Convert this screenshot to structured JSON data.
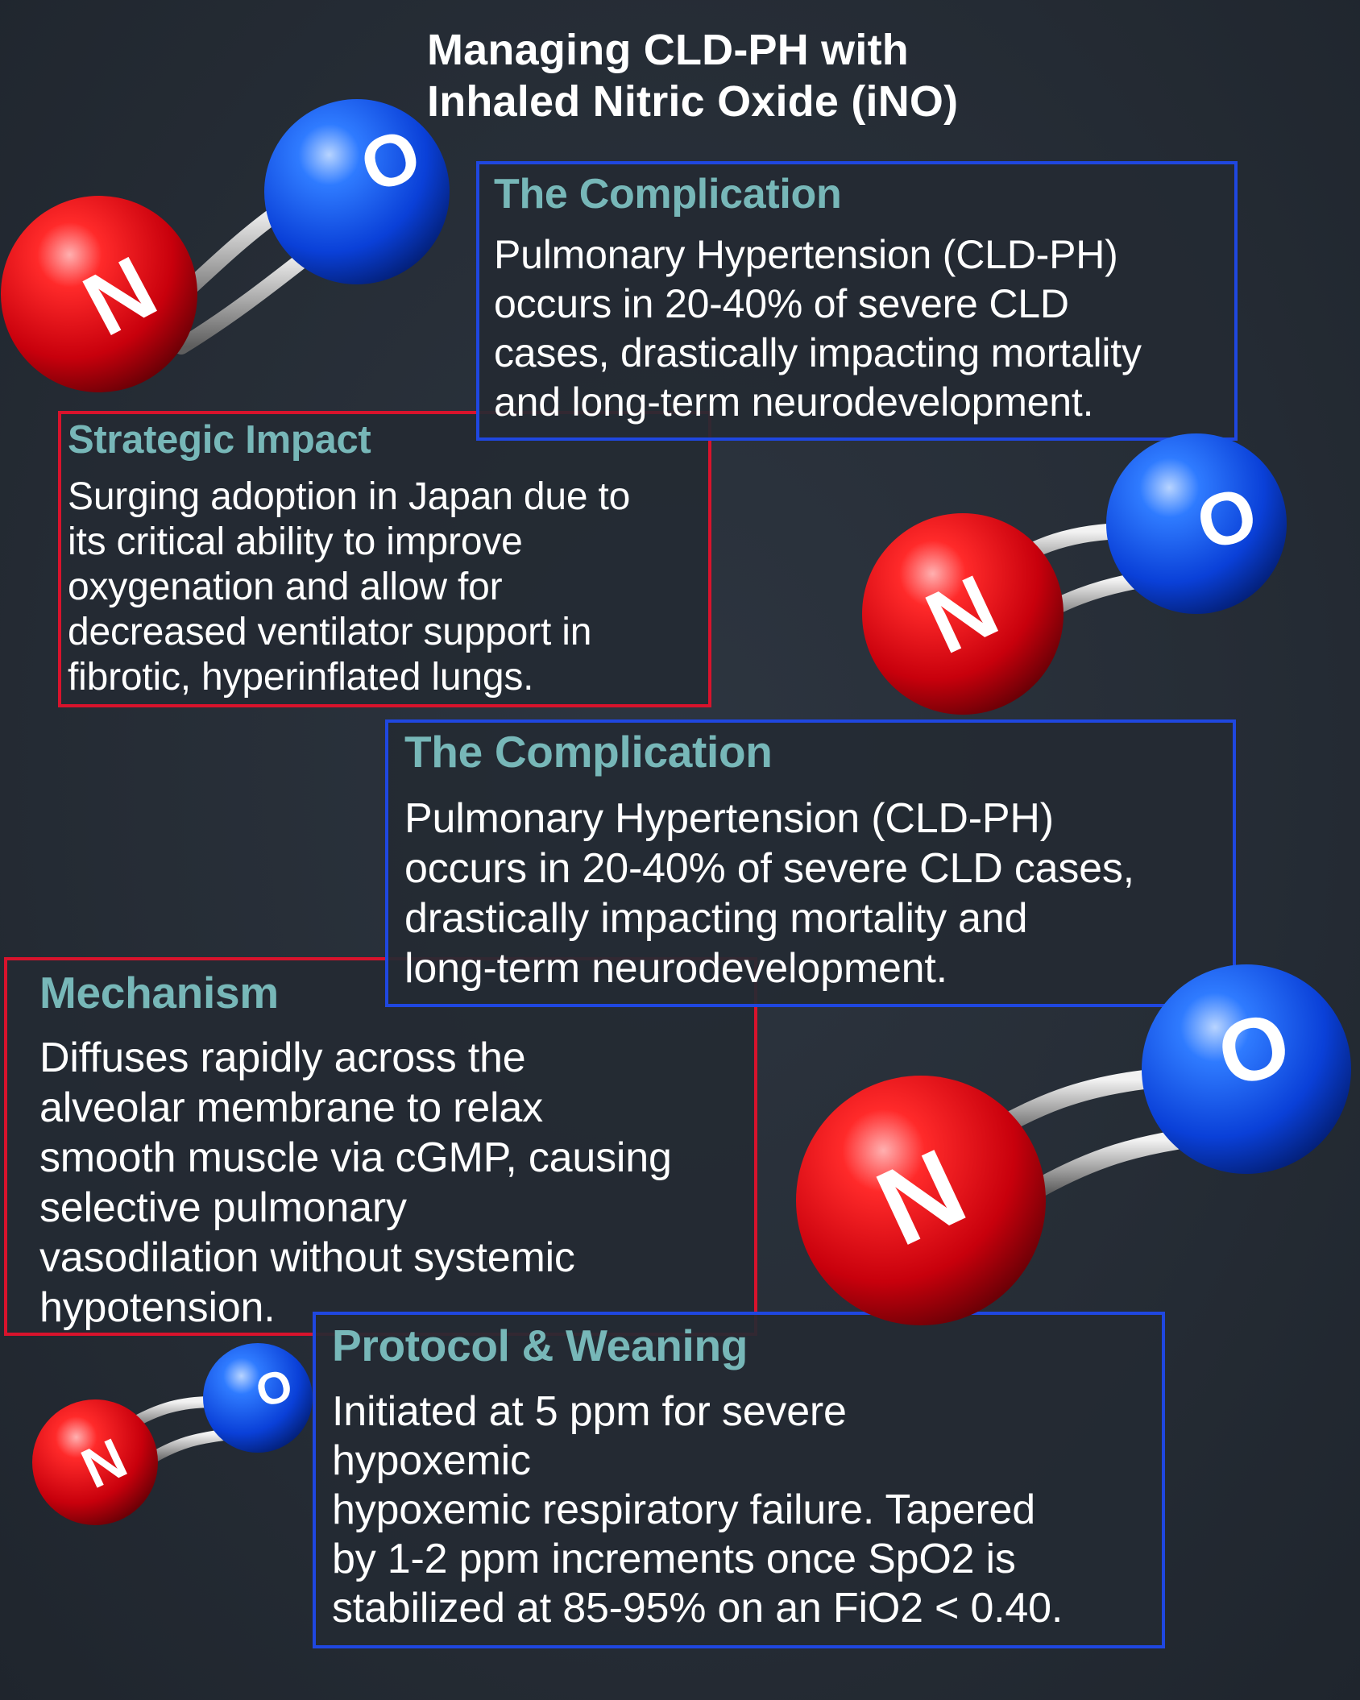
{
  "title": {
    "line1": "Managing CLD-PH with",
    "line2": "Inhaled Nitric Oxide (iNO)"
  },
  "colors": {
    "background": "#262d36",
    "heading_teal": "#77b7b8",
    "border_blue": "#1f47e0",
    "border_red": "#d8132c",
    "atom_nitrogen": "#e0101c",
    "atom_oxygen": "#1b5cf0"
  },
  "cards": [
    {
      "heading": "The Complication",
      "lines": [
        "Pulmonary Hypertension (CLD-PH)",
        "occurs in 20-40% of severe CLD",
        "cases, drastically impacting mortality",
        "and long-term neurodevelopment."
      ]
    },
    {
      "heading": "Strategic Impact",
      "lines": [
        "Surging adoption in Japan due to",
        "its critical ability to improve",
        "oxygenation and allow for",
        "decreased ventilator support in",
        "fibrotic, hyperinflated lungs."
      ]
    },
    {
      "heading": "The Complication",
      "lines": [
        "Pulmonary Hypertension (CLD-PH)",
        "occurs in 20-40% of severe CLD cases,",
        "drastically impacting mortality and",
        "long-term neurodevelopment."
      ]
    },
    {
      "heading": "Mechanism",
      "lines": [
        "Diffuses rapidly across the",
        "alveolar membrane to relax",
        "smooth muscle via cGMP, causing",
        "selective pulmonary",
        "vasodilation without systemic",
        "hypotension."
      ]
    },
    {
      "heading": "Protocol & Weaning",
      "lines": [
        "Initiated at 5 ppm for severe",
        "hypoxemic",
        "hypoxemic respiratory failure. Tapered",
        "by 1-2 ppm increments once SpO2 is",
        "stabilized at 85-95% on an FiO2 < 0.40."
      ]
    }
  ],
  "molecules": [
    {
      "icon": "nitric-oxide-molecule-icon",
      "n_label": "N",
      "o_label": "O"
    },
    {
      "icon": "nitric-oxide-molecule-icon",
      "n_label": "N",
      "o_label": "O"
    },
    {
      "icon": "nitric-oxide-molecule-icon",
      "n_label": "N",
      "o_label": "O"
    },
    {
      "icon": "nitric-oxide-molecule-icon",
      "n_label": "N",
      "o_label": "O"
    }
  ]
}
